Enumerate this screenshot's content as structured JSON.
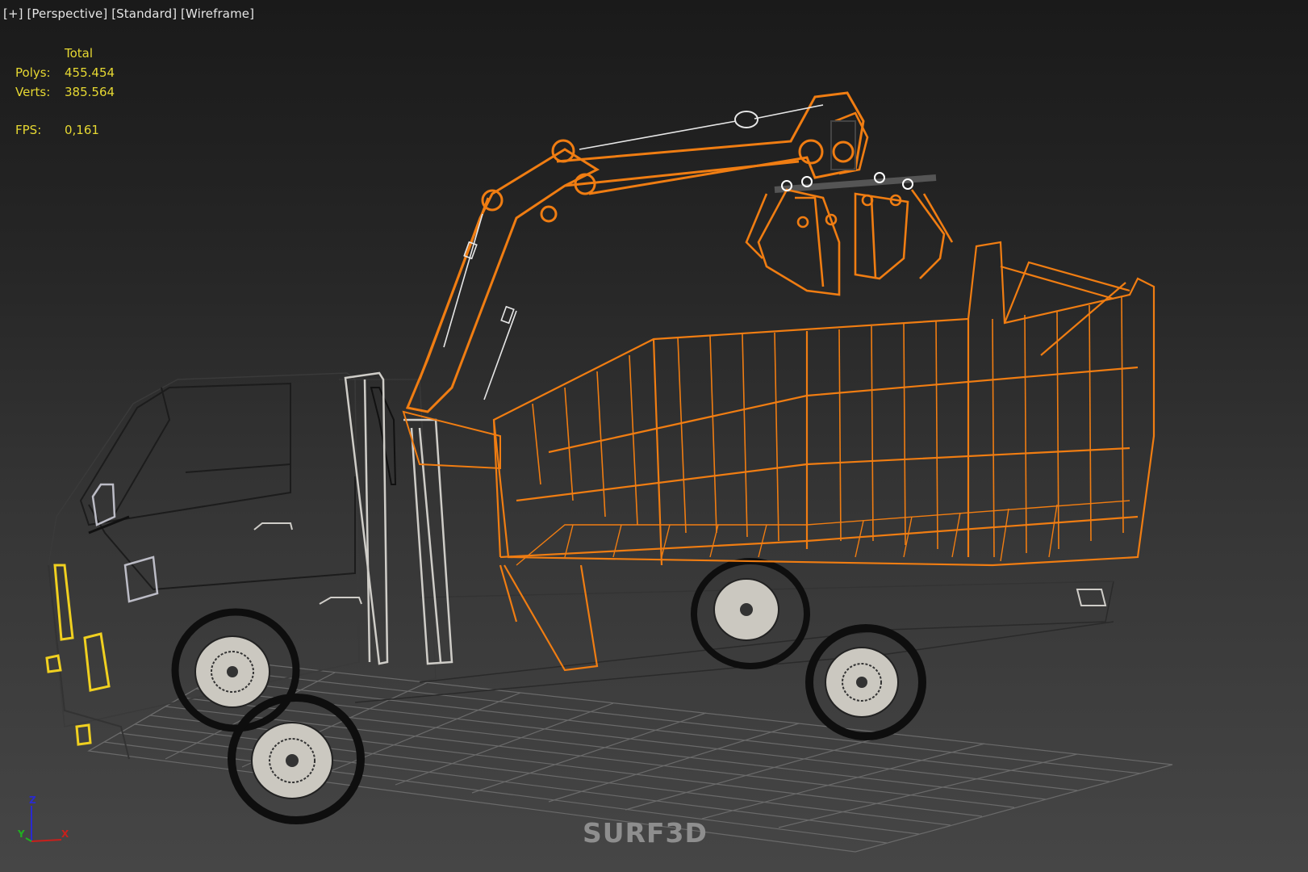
{
  "viewport": {
    "labels": [
      "[+]",
      "[Perspective]",
      "[Standard]",
      "[Wireframe]"
    ],
    "mode": "Wireframe"
  },
  "stats": {
    "header": "Total",
    "polys_label": "Polys:",
    "polys_value": "455.454",
    "verts_label": "Verts:",
    "verts_value": "385.564",
    "fps_label": "FPS:",
    "fps_value": "0,161"
  },
  "gizmo": {
    "x": "X",
    "y": "Y",
    "z": "Z"
  },
  "watermark": "SURF3D",
  "colors": {
    "selected_wire": "#f07d12",
    "unselected_wire": "#1c1c1c",
    "light_wire": "#cfcdc8",
    "highlight": "#f0d020",
    "grid": "#6a6a6a",
    "stats_text": "#e6d832",
    "axis_x": "#c8201c",
    "axis_y": "#20b020",
    "axis_z": "#2a2ad0"
  }
}
